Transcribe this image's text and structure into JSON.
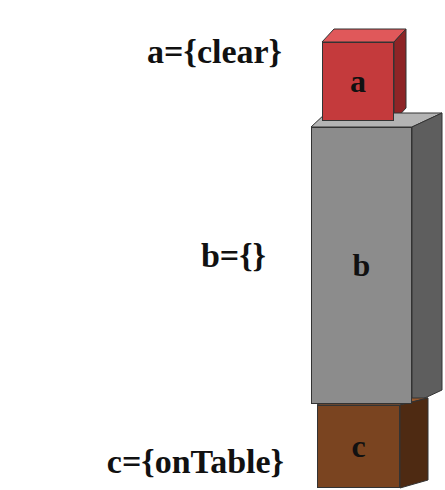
{
  "diagram": {
    "nodes": [
      {
        "text": [
          "a"
        ]
      },
      {
        "text": [
          "b"
        ]
      },
      {
        "text": [
          "c"
        ]
      }
    ],
    "labels": [
      "a={clear}",
      "b={}",
      "c={onTable}"
    ]
  }
}
